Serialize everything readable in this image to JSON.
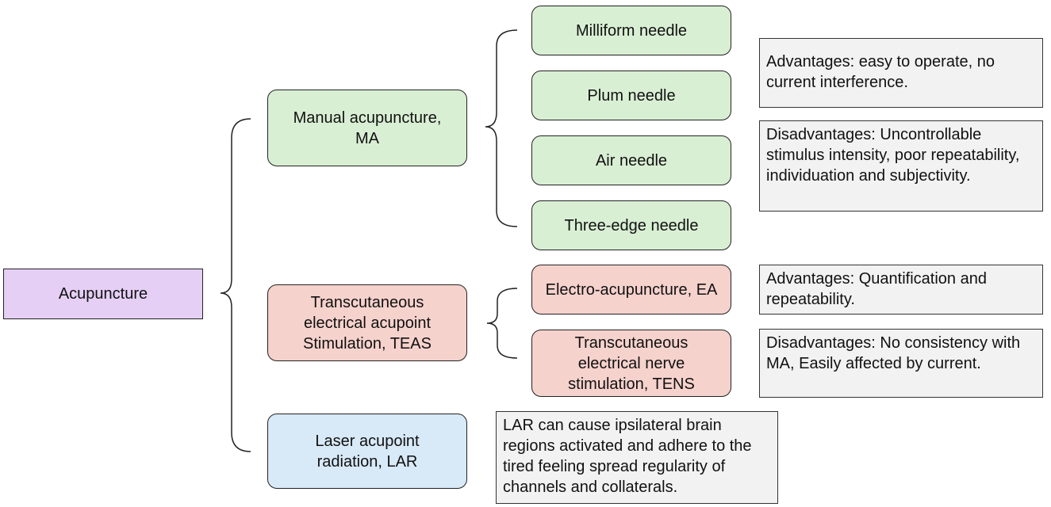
{
  "colors": {
    "root": "#e5cff5",
    "manual": "#d9efd4",
    "electric": "#f6d2cd",
    "laser": "#d8e9f7",
    "note": "#f2f2f2"
  },
  "root": {
    "label": "Acupuncture"
  },
  "categories": {
    "manual": {
      "label": "Manual acupuncture, MA"
    },
    "teas": {
      "label": "Transcutaneous electrical acupoint Stimulation, TEAS"
    },
    "lar": {
      "label": "Laser acupoint radiation, LAR"
    }
  },
  "manual_items": [
    "Milliform needle",
    "Plum needle",
    "Air needle",
    "Three-edge needle"
  ],
  "teas_items": [
    "Electro-acupuncture, EA",
    "Transcutaneous electrical nerve stimulation, TENS"
  ],
  "notes": {
    "manual_advantages": "Advantages: easy to operate, no current interference.",
    "manual_disadvantages": "Disadvantages: Uncontrollable stimulus intensity, poor repeatability, individuation and subjectivity.",
    "teas_advantages": "Advantages: Quantification and repeatability.",
    "teas_disadvantages": "Disadvantages: No consistency with MA, Easily affected by current.",
    "lar_note": "LAR can cause ipsilateral brain regions activated and adhere to the tired feeling spread regularity of channels and collaterals."
  }
}
